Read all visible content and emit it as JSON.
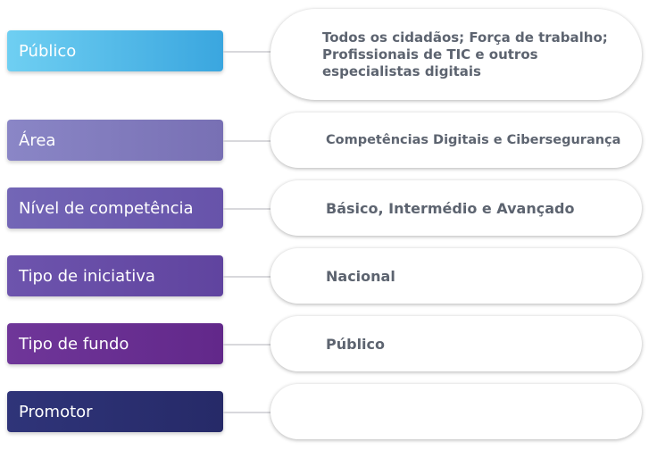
{
  "rows": [
    {
      "label": "Público",
      "value": "Todos os cidadãos; Força de trabalho; Profissionais de TIC e outros especialistas digitais"
    },
    {
      "label": "Área",
      "value": "Competências Digitais e Cibersegurança"
    },
    {
      "label": "Nível de competência",
      "value": "Básico, Intermédio e Avançado"
    },
    {
      "label": "Tipo de iniciativa",
      "value": "Nacional"
    },
    {
      "label": "Tipo de fundo",
      "value": "Público"
    },
    {
      "label": "Promotor",
      "value": ""
    }
  ]
}
